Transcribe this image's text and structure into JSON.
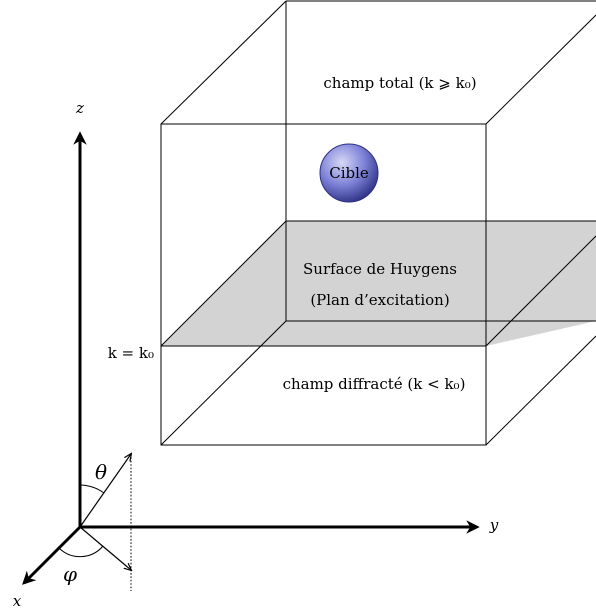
{
  "labels": {
    "top_region": "champ total (k ⩾ k₀)",
    "target": "Cible",
    "surface_line1": "Surface de Huygens",
    "surface_line2": "(Plan d’excitation)",
    "surface_level": "k = k₀",
    "bottom_region": "champ diffracté (k < k₀)"
  },
  "axes": {
    "z": "z",
    "y": "y",
    "x": "x",
    "theta": "θ",
    "phi": "φ"
  },
  "colors": {
    "stroke": "#000000",
    "plane_fill": "#d3d3d3",
    "sphere_light": "#d6d8f6",
    "sphere_mid": "#7c80d6",
    "sphere_dark": "#2e3183"
  }
}
